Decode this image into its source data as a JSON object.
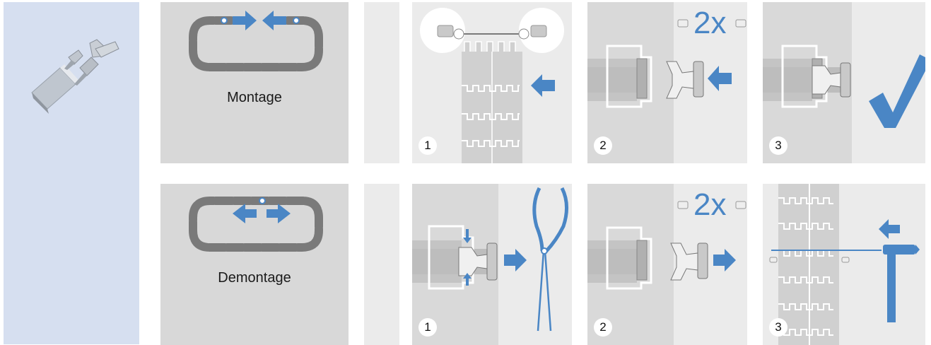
{
  "sidebar": {
    "icon": "connector-pin-icon"
  },
  "rows": [
    {
      "title": "Montage",
      "steps": [
        {
          "number": "1",
          "icon": "chain-link-insert-icon"
        },
        {
          "number": "2",
          "multiplier": "2x",
          "icon": "pin-insert-icon"
        },
        {
          "number": "3",
          "icon": "checkmark-icon"
        }
      ]
    },
    {
      "title": "Demontage",
      "steps": [
        {
          "number": "1",
          "icon": "pliers-icon"
        },
        {
          "number": "2",
          "multiplier": "2x",
          "icon": "pin-remove-icon"
        },
        {
          "number": "3",
          "icon": "hammer-icon"
        }
      ]
    }
  ],
  "colors": {
    "accent": "#4a86c5",
    "sidebar": "#d6dff0",
    "panel": "#d8d8d8",
    "tile_light": "#ebebeb",
    "chain": "#7a7a7a"
  }
}
